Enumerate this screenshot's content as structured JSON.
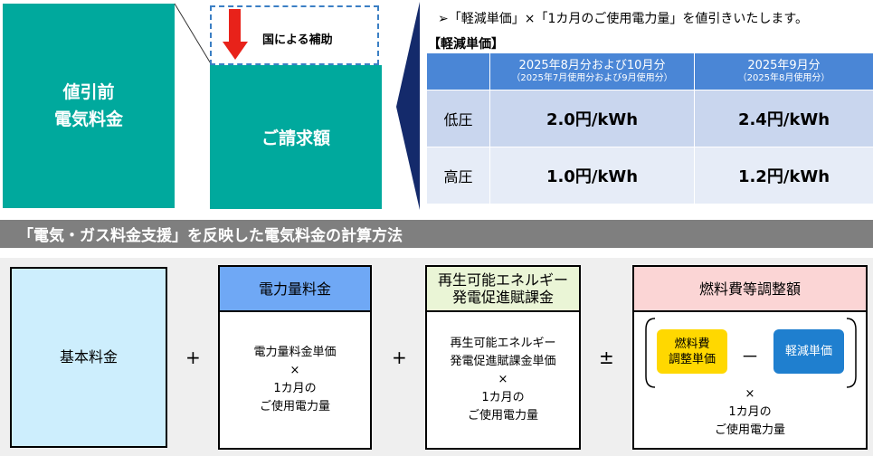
{
  "top": {
    "pre_price_line1": "値引前",
    "pre_price_line2": "電気料金",
    "subsidy_label": "国による補助",
    "billed_amount": "ご請求額",
    "note": "➢「軽減単価」×「1カ月のご使用電力量」を値引きいたします。",
    "table_label": "【軽減単価】",
    "table": {
      "col1_main": "2025年8月分および10月分",
      "col1_sub": "（2025年7月使用分および9月使用分）",
      "col2_main": "2025年9月分",
      "col2_sub": "（2025年8月使用分）",
      "rows": [
        {
          "label": "低圧",
          "v1": "2.0円/kWh",
          "v2": "2.4円/kWh"
        },
        {
          "label": "高圧",
          "v1": "1.0円/kWh",
          "v2": "1.2円/kWh"
        }
      ]
    }
  },
  "banner": "「電気・ガス料金支援」を反映した電気料金の計算方法",
  "formula": {
    "base": "基本料金",
    "plus1": "+",
    "energy_head": "電力量料金",
    "energy_body1": "電力量料金単価",
    "times": "×",
    "usage_line1": "1カ月の",
    "usage_line2": "ご使用電力量",
    "plus2": "+",
    "renew_head1": "再生可能エネルギー",
    "renew_head2": "発電促進賦課金",
    "renew_body1": "再生可能エネルギー",
    "renew_body2": "発電促進賦課金単価",
    "pm": "±",
    "fuel_head": "燃料費等調整額",
    "fuel_pill1_line1": "燃料費",
    "fuel_pill1_line2": "調整単価",
    "minus": "－",
    "fuel_pill2": "軽減単価"
  },
  "colors": {
    "teal": "#00a99d",
    "arrow_red": "#e8221a",
    "table_header_blue": "#4a86d6",
    "energy_head": "#6fa8f5",
    "renew_head": "#eaf5d6",
    "fuel_head": "#fbd5d5",
    "base_box": "#cdeefd",
    "pill_yellow": "#ffd800",
    "pill_blue": "#1f7fcf"
  }
}
